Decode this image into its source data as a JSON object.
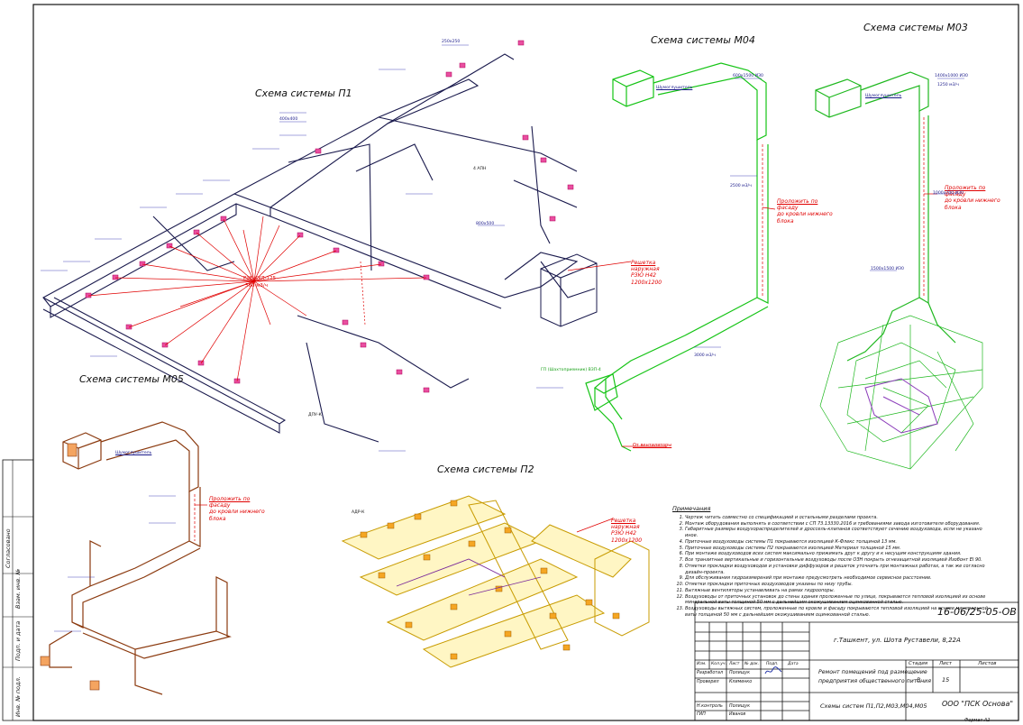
{
  "systems": {
    "p1_title": "Схема системы П1",
    "m05_title": "Схема системы М05",
    "m04_title": "Схема системы М04",
    "m03_title": "Схема системы М03",
    "p2_title": "Схема системы П2"
  },
  "callouts": {
    "p1_valve_label": "РЗЕ-КУЛ-125",
    "p1_valve_flow": "360 м3/ч",
    "grille_p1": [
      "Решетка",
      "наружная",
      "РЗЮ Н42",
      "1200х1200"
    ],
    "grille_p2": [
      "Решетка",
      "наружная",
      "РЗЮ Н42",
      "1200х1200"
    ],
    "facade_m05": [
      "Проложить по",
      "фасаду",
      "до кровли нижнего",
      "блока"
    ],
    "facade_m04": [
      "Проложить по",
      "фасаду",
      "до кровли нижнего",
      "блока"
    ],
    "facade_m03": [
      "Проложить по",
      "фасаду",
      "до кровли нижнего",
      "блока"
    ],
    "m04_bottom": "От вентиляторы",
    "m04_shaft": "ГП (Шахтоприемник) ВЗП-4",
    "m04_fan": "Шумоглушитель",
    "m03_fan": "Шумоглушитель",
    "m05_fan": "Шумоглушитель"
  },
  "dim_labels": {
    "d1": "1400х1000 ИЗ0",
    "d2": "1000х700 ИЗ0",
    "d3": "600х1500 ИЗ0",
    "d4": "250х250",
    "d5": "400х400",
    "d6": "800х500",
    "d7": "1500х1500 ИЗ0",
    "d8": "2500 м3/ч",
    "d9": "1250 м3/ч",
    "d10": "3000 м3/ч",
    "d11": "АДР-К",
    "d12": "ДПУ-К",
    "d13": "4 АПН"
  },
  "notes": {
    "heading": "Примечания",
    "items": [
      "Чертеж читать совместно со спецификацией и остальными разделами проекта.",
      "Монтаж оборудования выполнять в соответствии с СП 73.13330.2016 и требованиями завода изготовителя оборудования.",
      "Габаритные размеры воздухораспределителей и дроссель-клапанов соответствуют сечению воздуховода, если не указано иное.",
      "Приточные воздуховоды системы П1 покрываются изоляцией К-Флекс толщиной 13 мм.",
      "Приточные воздуховоды системы П2 покрываются изоляцией Материал толщиной 15 мм.",
      "При монтаже воздуховодов всех систем максимально прижимать друг к другу и к несущим конструкциям здания.",
      "Все транзитные вертикальные и горизонтальные воздуховоды после ОЗН покрыть огнезащитной изоляцией Изобонт EI 90.",
      "Отметки прокладки воздуховодов и установки диффузоров и решеток уточнить при монтажных работах, а так же согласно дизайн-проекта.",
      "Для обслуживания гидроизмерений при монтаже предусмотреть необходимое сервисное расстояние.",
      "Отметки прокладки приточных воздуховодов указаны по низу трубы.",
      "Вытяжные вентиляторы устанавливать на рамах гидроопоры.",
      "Воздуховоды от приточных установок до стены здания проложенные по улице, покрываются тепловой изоляцией из основе минеральной ваты толщиной 50 мм с дальнейшим окожушиванием оцинкованной сталью.",
      "Воздуховоды вытяжных систем, проложенные по кровле и фасаду покрываются тепловой изоляцией на основе минеральной ваты толщиной 50 мм с дальнейшим окожушиванием оцинкованной сталью."
    ]
  },
  "title_block": {
    "doc_code": "16-06/25-05-ОВ",
    "address": "г.Ташкент, ул. Шота Руставели, 8,22А",
    "project_name_1": "Ремонт помещений под размещение",
    "project_name_2": "предприятия общественного питания",
    "sheet_name": "Схемы систем П1,П2,М03,М04,М05",
    "company": "ООО \"ПСК Основа\"",
    "stage_hdr": "Стадия",
    "sheet_hdr": "Лист",
    "sheets_hdr": "Листов",
    "stage": "Р",
    "sheet": "15",
    "col_izm": "Изм.",
    "col_kol": "Кол.уч.",
    "col_list": "Лист",
    "col_doc": "№ док.",
    "col_sign": "Подп.",
    "col_date": "Дата",
    "role1": "Разработал",
    "name1": "Полищук",
    "role2": "Проверил",
    "name2": "Клименко",
    "role3": "Н.контроль",
    "name3": "Полищук",
    "role4": "ГИП",
    "name4": "Иванов",
    "format": "Формат А2"
  },
  "side_stamp": {
    "soglasovano": "Согласовано",
    "vzam": "Взам. инв. №",
    "podp": "Подп. и дата",
    "inv": "Инв. № подл."
  },
  "colors": {
    "p1": "#1a1a4d",
    "m04": "#16c416",
    "m03": "#1fb81f",
    "m05": "#8b3a0f",
    "p2": "#c89b00",
    "red": "#e00000",
    "pink": "#e94fa0"
  }
}
